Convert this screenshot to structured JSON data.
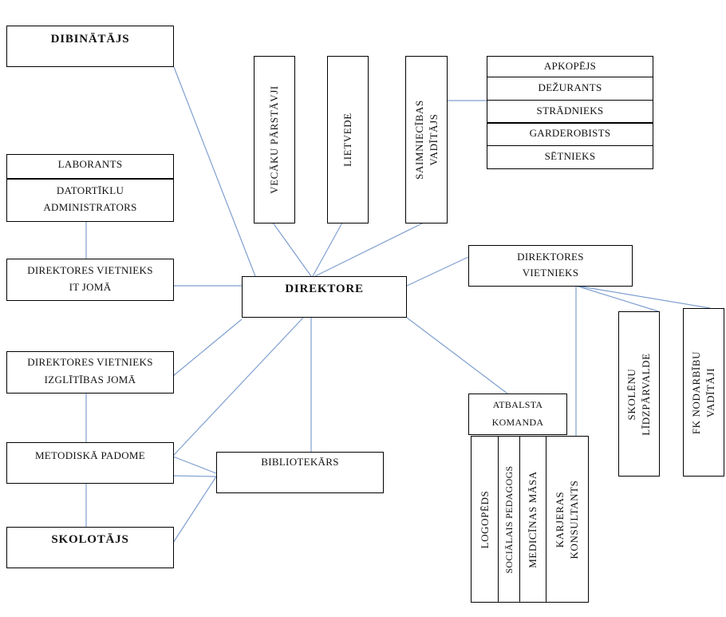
{
  "nodes": {
    "dibinatajs": "DIBINĀTĀJS",
    "vecaku_parstavji": "VECĀKU PĀRSTĀVJI",
    "lietvede": "LIETVEDE",
    "saimniecibas_vaditajs": [
      "SAIMNIECĪBAS",
      "VADĪTĀJS"
    ],
    "staff_list": [
      "APKOPĒJS",
      "DEŽURANTS",
      "STRĀDNIEKS",
      "GARDEROBISTS",
      "SĒTNIEKS"
    ],
    "laborants": "LABORANTS",
    "datortiklu_administrators": [
      "DATORTĪKLU",
      "ADMINISTRATORS"
    ],
    "vietnieks_it": [
      "DIREKTORES VIETNIEKS",
      "IT JOMĀ"
    ],
    "direktore": "DIREKTORE",
    "direktores_vietnieks": [
      "DIREKTORES",
      "VIETNIEKS"
    ],
    "vietnieks_izglitibas": [
      "DIREKTORES VIETNIEKS",
      "IZGLĪTĪBAS JOMĀ"
    ],
    "skolenu_lidzparvalde": [
      "SKOLĒNU",
      "LĪDZPĀRVALDE"
    ],
    "fk_nodarbibu_vaditaji": [
      "FK NODARBĪBU",
      "VADĪTĀJI"
    ],
    "atbalsta_komanda": [
      "ATBALSTA",
      "KOMANDA"
    ],
    "metodiska_padome": "METODISKĀ PADOME",
    "bibliotekars": "BIBLIOTEKĀRS",
    "skolotajs": "SKOLOTĀJS",
    "support_members": {
      "logopeds": "LOGOPĒDS",
      "socialais_pedagogs": "SOCIĀLAIS PEDAGOGS",
      "medicinas_masa": "MEDICĪNAS MĀSA",
      "karjeras_konsultants": [
        "KARJERAS",
        "KONSULTANTS"
      ]
    }
  },
  "colors": {
    "connector": "#7f9fd0",
    "border": "#000000"
  }
}
